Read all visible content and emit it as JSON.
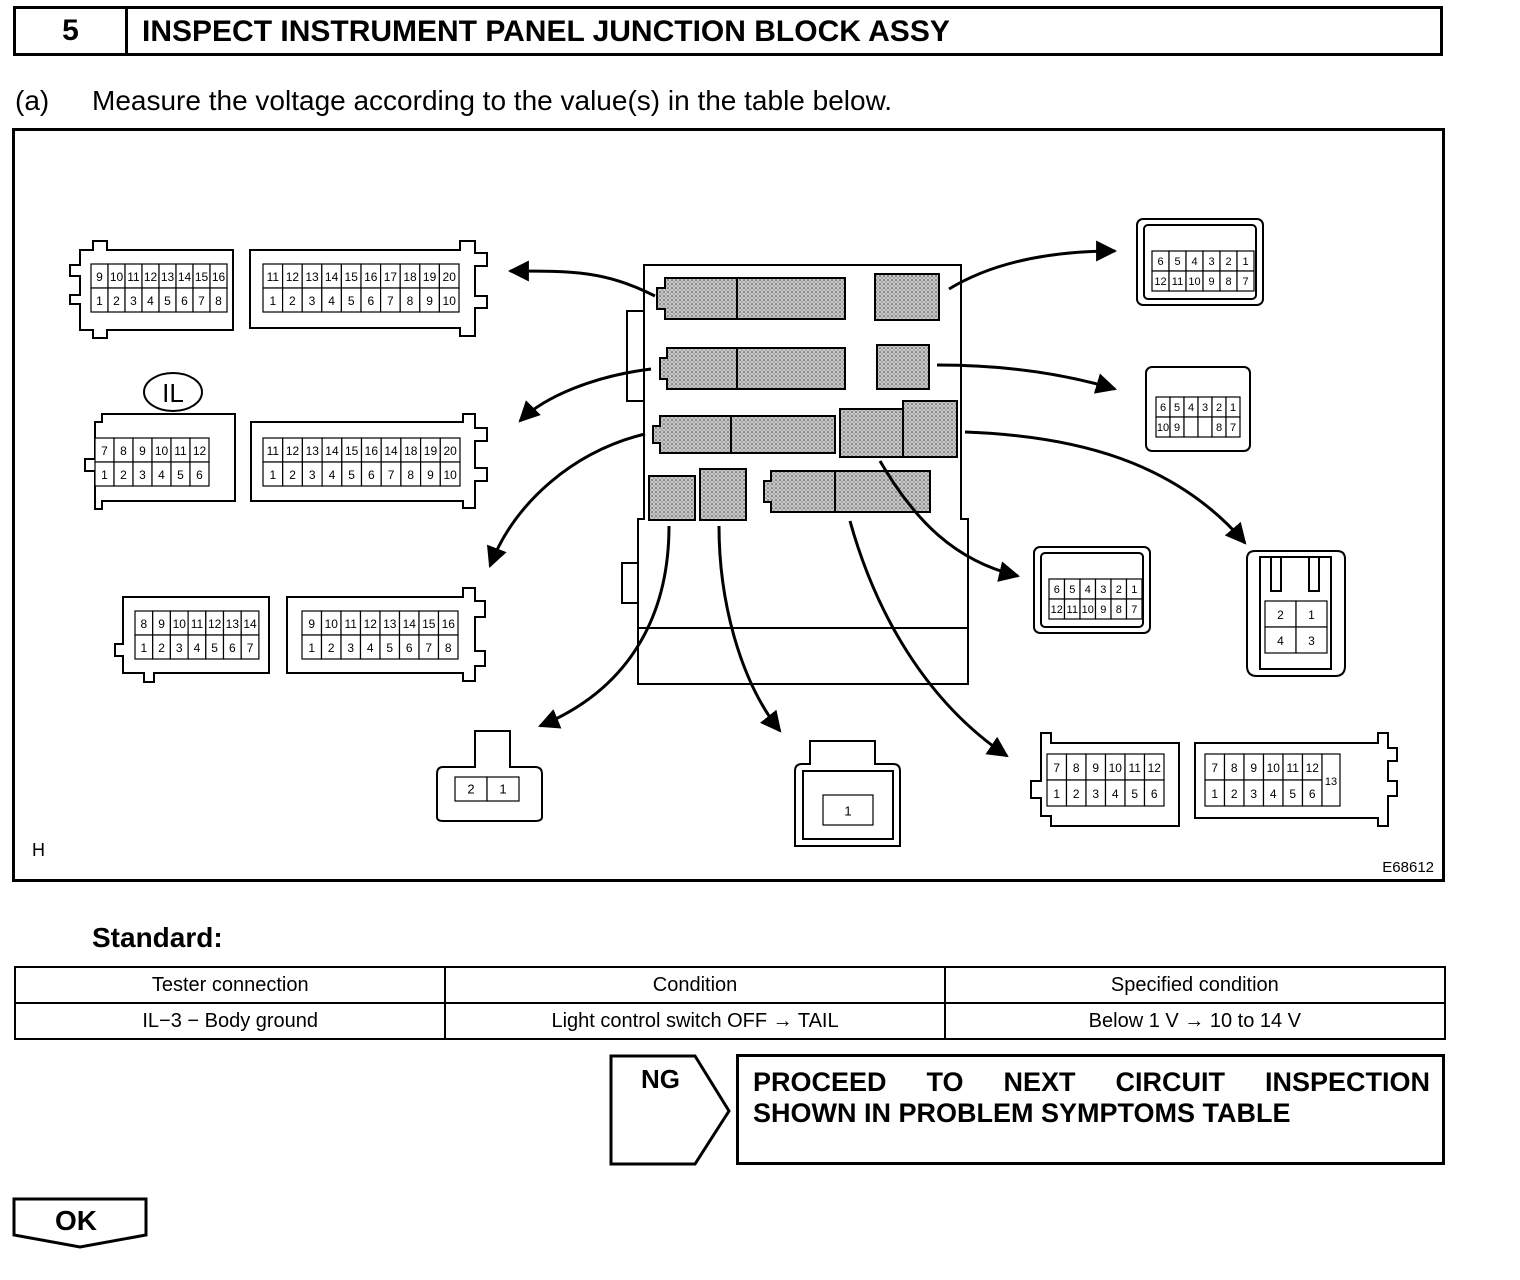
{
  "step": {
    "number": "5",
    "title": "INSPECT INSTRUMENT PANEL JUNCTION BLOCK ASSY"
  },
  "instruction": {
    "label": "(a)",
    "text": "Measure the voltage according to the value(s) in the table below."
  },
  "figure": {
    "corner_label": "H",
    "figure_id": "E68612",
    "connector_callout": "IL",
    "connectors": {
      "c1a": {
        "top": [
          "9",
          "10",
          "11",
          "12",
          "13",
          "14",
          "15",
          "16"
        ],
        "bottom": [
          "1",
          "2",
          "3",
          "4",
          "5",
          "6",
          "7",
          "8"
        ]
      },
      "c1b": {
        "top": [
          "11",
          "12",
          "13",
          "14",
          "15",
          "16",
          "17",
          "18",
          "19",
          "20"
        ],
        "bottom": [
          "1",
          "2",
          "3",
          "4",
          "5",
          "6",
          "7",
          "8",
          "9",
          "10"
        ]
      },
      "c2a": {
        "top": [
          "7",
          "8",
          "9",
          "10",
          "11",
          "12"
        ],
        "bottom": [
          "1",
          "2",
          "3",
          "4",
          "5",
          "6"
        ]
      },
      "c2b": {
        "top": [
          "11",
          "12",
          "13",
          "14",
          "15",
          "16",
          "14",
          "18",
          "19",
          "20"
        ],
        "bottom": [
          "1",
          "2",
          "3",
          "4",
          "5",
          "6",
          "7",
          "8",
          "9",
          "10"
        ]
      },
      "c3a": {
        "top": [
          "8",
          "9",
          "10",
          "11",
          "12",
          "13",
          "14"
        ],
        "bottom": [
          "1",
          "2",
          "3",
          "4",
          "5",
          "6",
          "7"
        ]
      },
      "c3b": {
        "top": [
          "9",
          "10",
          "11",
          "12",
          "13",
          "14",
          "15",
          "16"
        ],
        "bottom": [
          "1",
          "2",
          "3",
          "4",
          "5",
          "6",
          "7",
          "8"
        ]
      },
      "r1": {
        "top": [
          "6",
          "5",
          "4",
          "3",
          "2",
          "1"
        ],
        "bottom": [
          "12",
          "11",
          "10",
          "9",
          "8",
          "7"
        ]
      },
      "r2": {
        "top": [
          "6",
          "5",
          "4",
          "3",
          "2",
          "1"
        ],
        "bottom": [
          "10",
          "9",
          "",
          "",
          "8",
          "7"
        ]
      },
      "r3": {
        "top": [
          "6",
          "5",
          "4",
          "3",
          "2",
          "1"
        ],
        "bottom": [
          "12",
          "11",
          "10",
          "9",
          "8",
          "7"
        ]
      },
      "r4": {
        "top": [
          "2",
          "1"
        ],
        "bottom": [
          "4",
          "3"
        ]
      },
      "b1": {
        "pins": [
          "2",
          "1"
        ]
      },
      "b2": {
        "pins": [
          "1"
        ]
      },
      "b3a": {
        "top": [
          "7",
          "8",
          "9",
          "10",
          "11",
          "12"
        ],
        "bottom": [
          "1",
          "2",
          "3",
          "4",
          "5",
          "6"
        ]
      },
      "b3b": {
        "top": [
          "7",
          "8",
          "9",
          "10",
          "11",
          "12"
        ],
        "bottom": [
          "1",
          "2",
          "3",
          "4",
          "5",
          "6"
        ],
        "side": "13"
      }
    }
  },
  "standard": {
    "label": "Standard:",
    "headers": [
      "Tester connection",
      "Condition",
      "Specified condition"
    ],
    "rows": [
      [
        "IL−3 − Body ground",
        "Light control switch OFF → TAIL",
        "Below 1 V → 10 to 14 V"
      ]
    ]
  },
  "result_ng": {
    "label": "NG",
    "action_line1": "PROCEED TO NEXT CIRCUIT INSPECTION",
    "action_line2": "SHOWN IN PROBLEM SYMPTOMS TABLE"
  },
  "result_ok": {
    "label": "OK"
  }
}
